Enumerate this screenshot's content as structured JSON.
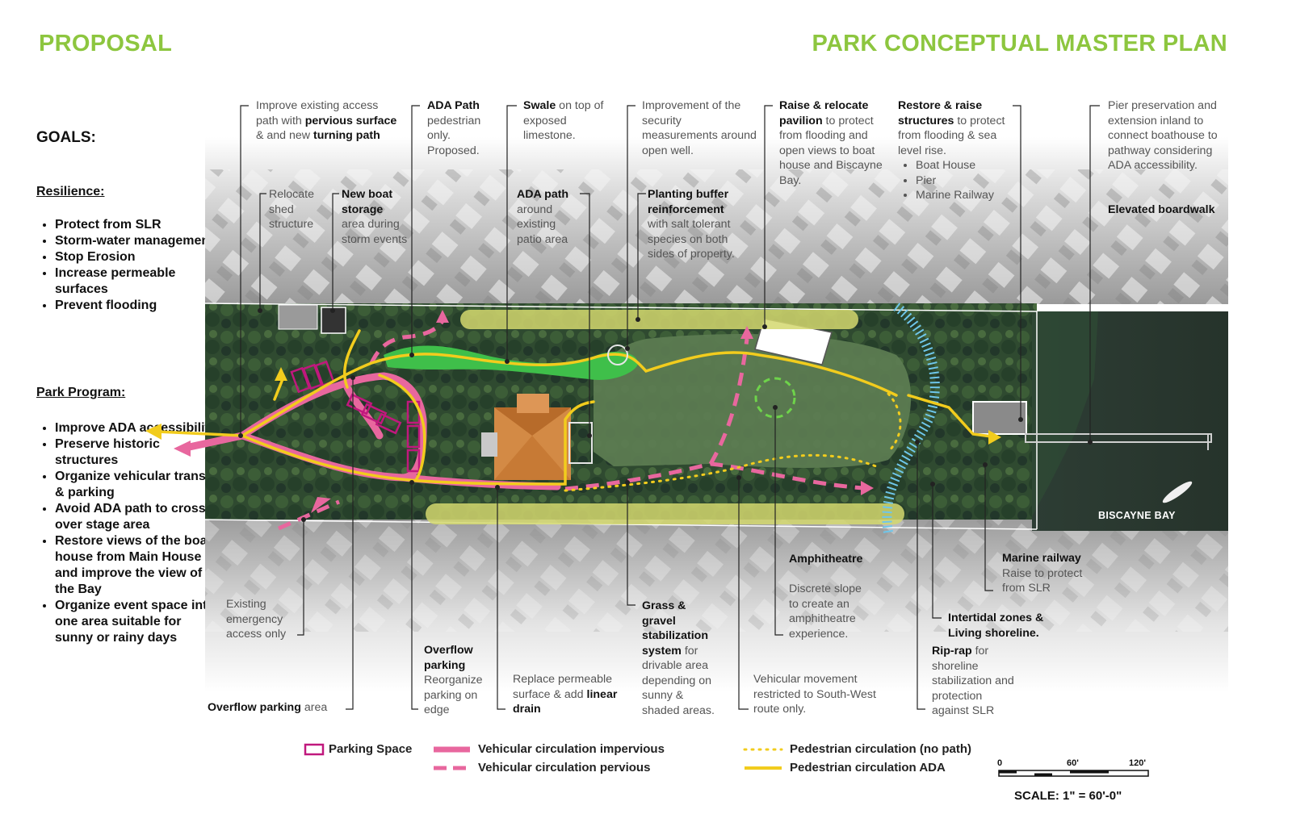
{
  "header": {
    "left_title": "PROPOSAL",
    "right_title": "PARK CONCEPTUAL MASTER PLAN"
  },
  "goals": {
    "title": "GOALS:",
    "resilience_title": "Resilience:",
    "resilience_items": [
      "Protect from SLR",
      "Storm-water management",
      "Stop Erosion",
      "Increase permeable surfaces",
      "Prevent flooding"
    ],
    "program_title": "Park Program:",
    "program_items": [
      "Improve ADA accessibility",
      "Preserve historic structures",
      "Organize vehicular transit & parking",
      "Avoid ADA path to cross over stage area",
      "Restore views of the boat house from Main House and improve the view of the Bay",
      "Organize event space into one area suitable for sunny or rainy days"
    ]
  },
  "notes": {
    "improve_access": [
      "Improve existing access path with ",
      "pervious surface",
      " & and new ",
      "turning path"
    ],
    "ada_path": [
      "ADA Path",
      " pedestrian only. Proposed."
    ],
    "swale": [
      "Swale",
      " on top of exposed limestone."
    ],
    "security": "Improvement of the security measurements around open well.",
    "pavilion": [
      "Raise & relocate pavilion",
      " to protect from flooding and open views to boat house and Biscayne Bay."
    ],
    "restore": [
      "Restore & raise structures",
      " to protect from flooding & sea level rise."
    ],
    "restore_items": [
      "Boat House",
      "Pier",
      "Marine Railway"
    ],
    "pier": "Pier preservation and extension inland to connect boathouse to pathway considering ADA accessibility.",
    "boardwalk": "Elevated boardwalk",
    "relocate_shed": "Relocate shed structure",
    "boat_storage": [
      "New boat storage",
      " area during storm events"
    ],
    "ada_patio": [
      "ADA path",
      " around existing patio area"
    ],
    "planting": [
      "Planting buffer reinforcement",
      " with salt tolerant species on both sides of property."
    ],
    "amphitheatre_title": "Amphitheatre",
    "amphitheatre": "Discrete slope to create an amphitheatre experience.",
    "marine_railway": [
      "Marine railway",
      " Raise to protect from SLR"
    ],
    "intertidal": "Intertidal zones & Living shoreline.",
    "riprap": [
      "Rip-rap",
      " for shoreline stabilization and protection against SLR"
    ],
    "emergency": "Existing emergency access only",
    "overflow_area": [
      "Overflow parking",
      " area"
    ],
    "overflow_parking": [
      "Overflow parking",
      " Reorganize parking on edge"
    ],
    "permeable": [
      "Replace permeable surface & add ",
      "linear drain"
    ],
    "grass": [
      "Grass & gravel stabilization system",
      " for drivable area depending on sunny & shaded areas."
    ],
    "vehicular_restricted": "Vehicular movement restricted to South-West route only."
  },
  "map_labels": {
    "bay": "BISCAYNE BAY"
  },
  "legend": {
    "parking": "Parking Space",
    "veh_impervious": "Vehicular circulation impervious",
    "veh_pervious": "Vehicular circulation pervious",
    "ped_no_path": "Pedestrian circulation (no path)",
    "ped_ada": "Pedestrian circulation ADA"
  },
  "scale": {
    "ticks": [
      "0",
      "60'",
      "120'"
    ],
    "label": "SCALE:    1\" = 60'-0\""
  },
  "colors": {
    "accent_green": "#8dc63f",
    "vehicular_pink": "#e8679e",
    "parking_magenta": "#c0187d",
    "pedestrian_yellow": "#f2cc1d",
    "swale_green": "#3fbf4a",
    "shoreline_blue": "#6ec6ea"
  }
}
